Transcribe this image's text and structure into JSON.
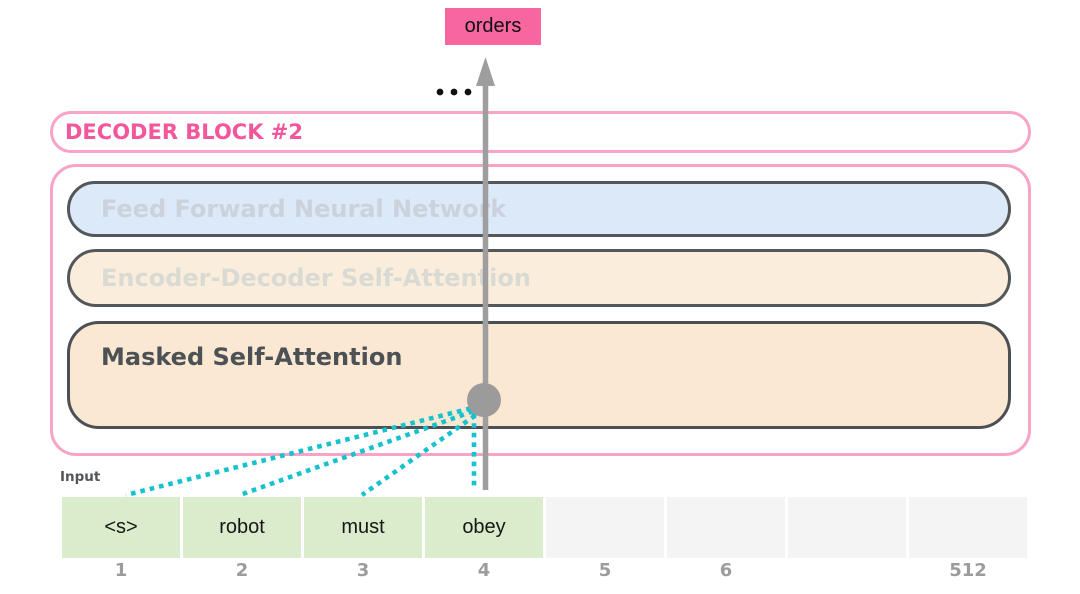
{
  "output_token": {
    "label": "orders"
  },
  "decoder_block": {
    "title": "DECODER BLOCK #2"
  },
  "layers": [
    {
      "label": "Feed Forward Neural Network",
      "state": "inactive"
    },
    {
      "label": "Encoder-Decoder Self-Attention",
      "state": "inactive"
    },
    {
      "label": "Masked Self-Attention",
      "state": "active"
    }
  ],
  "input": {
    "label": "Input",
    "tokens": [
      "<s>",
      "robot",
      "must",
      "obey",
      "",
      "",
      "",
      ""
    ],
    "positions": [
      "1",
      "2",
      "3",
      "4",
      "5",
      "6",
      "",
      "512"
    ]
  },
  "icons": {
    "ellipsis": "ellipsis-dots",
    "arrow": "up-arrow",
    "attention_dot": "attention-focus-dot"
  },
  "colors": {
    "accent_pink": "#F7669F",
    "pink_border": "#F8A3C7",
    "pink_text": "#F2579C",
    "layer_blue": "#DBE9F8",
    "layer_peach": "#FBEDDC",
    "layer_peach_active": "#FAE8D2",
    "dark_border": "#53575A",
    "arrow_gray": "#9E9E9E",
    "attention_cyan": "#15C2CD",
    "token_green": "#DBECCC",
    "token_gray": "#F4F4F4",
    "position_gray": "#9C9C9C"
  }
}
